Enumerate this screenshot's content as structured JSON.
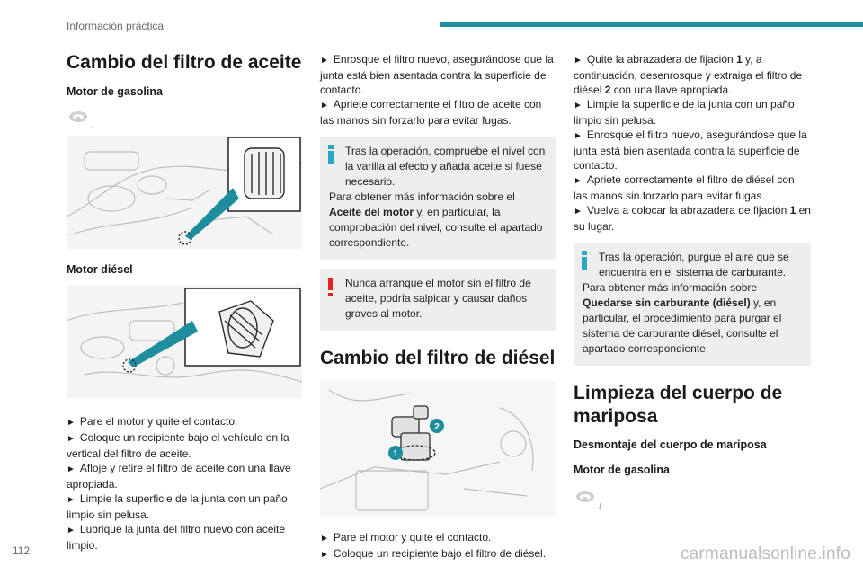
{
  "header": {
    "section_title": "Información práctica",
    "accent_color": "#1e8e9e"
  },
  "footer": {
    "page_number": "112",
    "watermark": "carmanualsonline.info"
  },
  "col1": {
    "title": "Cambio del filtro de aceite",
    "petrol_heading": "Motor de gasolina",
    "petrol_icon": "steering-wheel-icon",
    "diesel_heading": "Motor diésel",
    "steps": [
      "Pare el motor y quite el contacto.",
      "Coloque un recipiente bajo el vehículo en la vertical del filtro de aceite.",
      "Afloje y retire el filtro de aceite con una llave apropiada.",
      "Limpie la superficie de la junta con un paño limpio sin pelusa.",
      "Lubrique la junta del filtro nuevo con aceite limpio."
    ]
  },
  "col2": {
    "steps": [
      "Enrosque el filtro nuevo, asegurándose que la junta está bien asentada contra la superficie de contacto.",
      "Apriete correctamente el filtro de aceite con las manos sin forzarlo para evitar fugas."
    ],
    "info": {
      "line1": "Tras la operación, compruebe el nivel con la varilla al efecto y añada aceite si fuese necesario.",
      "line2_pre": "Para obtener más información sobre el ",
      "line2_bold": "Aceite del motor",
      "line2_post": " y, en particular, la comprobación del nivel, consulte el apartado correspondiente."
    },
    "warning": "Nunca arranque el motor sin el filtro de aceite, podría salpicar y causar daños graves al motor.",
    "diesel_title": "Cambio del filtro de diésel",
    "callouts": [
      "1",
      "2"
    ],
    "diesel_steps": [
      "Pare el motor y quite el contacto.",
      "Coloque un recipiente bajo el filtro de diésel."
    ]
  },
  "col3": {
    "steps": [
      {
        "pre": "Quite la abrazadera de fijación ",
        "b1": "1",
        "mid": " y, a continuación, desenrosque y extraiga el filtro de diésel ",
        "b2": "2",
        "post": " con una llave apropiada."
      },
      {
        "pre": "Limpie la superficie de la junta con un paño limpio sin pelusa."
      },
      {
        "pre": "Enrosque el filtro nuevo, asegurándose que la junta está bien asentada contra la superficie de contacto."
      },
      {
        "pre": "Apriete correctamente el filtro de diésel con las manos sin forzarlo para evitar fugas."
      },
      {
        "pre": "Vuelva a colocar la abrazadera de fijación ",
        "b1": "1",
        "post": " en su lugar."
      }
    ],
    "info": {
      "line1": "Tras la operación, purgue el aire que se encuentra en el sistema de carburante.",
      "line2_pre": "Para obtener más información sobre ",
      "line2_bold": "Quedarse sin carburante (diésel)",
      "line2_post": " y, en particular, el procedimiento para purgar el sistema de carburante diésel, consulte el apartado correspondiente."
    },
    "title": "Limpieza del cuerpo de mariposa",
    "subheading": "Desmontaje del cuerpo de mariposa",
    "petrol_heading": "Motor de gasolina",
    "petrol_icon": "steering-wheel-icon"
  },
  "arrow_glyph": "►"
}
